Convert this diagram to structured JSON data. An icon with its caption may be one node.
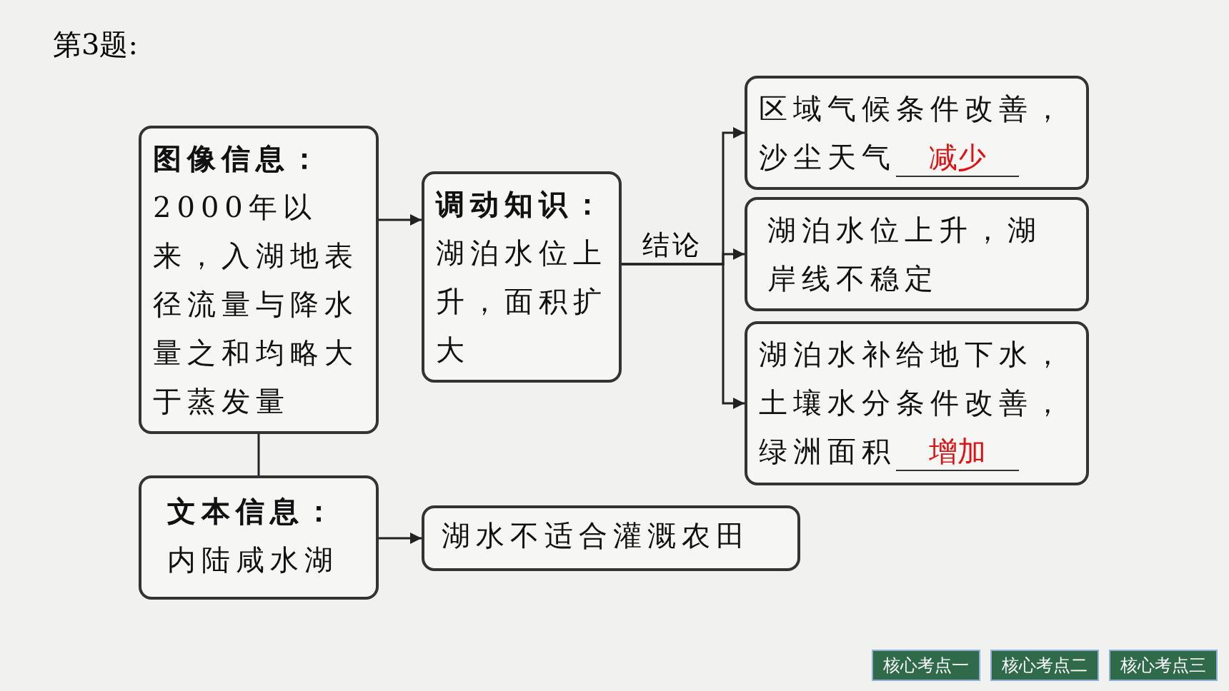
{
  "diagram": {
    "nodes": [
      {
        "text": [
          "图像信息：",
          "2000年以来，入湖地表径流量与降水量之和均略大于蒸发量"
        ]
      },
      {
        "text": [
          "调动知识：",
          "湖泊水位上升，面积扩大"
        ]
      },
      {
        "text": [
          "区域气候条件改善，沙尘天气",
          "减少"
        ]
      },
      {
        "text": [
          "湖泊水位上升，湖岸线不稳定"
        ]
      },
      {
        "text": [
          "湖泊水补给地下水，土壤水分条件改善，绿洲面积",
          "增加"
        ]
      },
      {
        "text": [
          "文本信息：",
          "内陆咸水湖"
        ]
      },
      {
        "text": [
          "湖水不适合灌溉农田"
        ]
      }
    ],
    "edges": [
      {
        "from": 0,
        "to": 1,
        "arrow": "to"
      },
      {
        "from": 1,
        "to": 2,
        "arrow": "to"
      },
      {
        "from": 1,
        "to": 3,
        "arrow": "to",
        "label": "结论"
      },
      {
        "from": 1,
        "to": 4,
        "arrow": "to"
      },
      {
        "from": 0,
        "to": 5,
        "arrow": "none"
      },
      {
        "from": 5,
        "to": 6,
        "arrow": "to"
      }
    ],
    "labels": [
      "第3题:",
      "核心考点一",
      "核心考点二",
      "核心考点三"
    ]
  }
}
